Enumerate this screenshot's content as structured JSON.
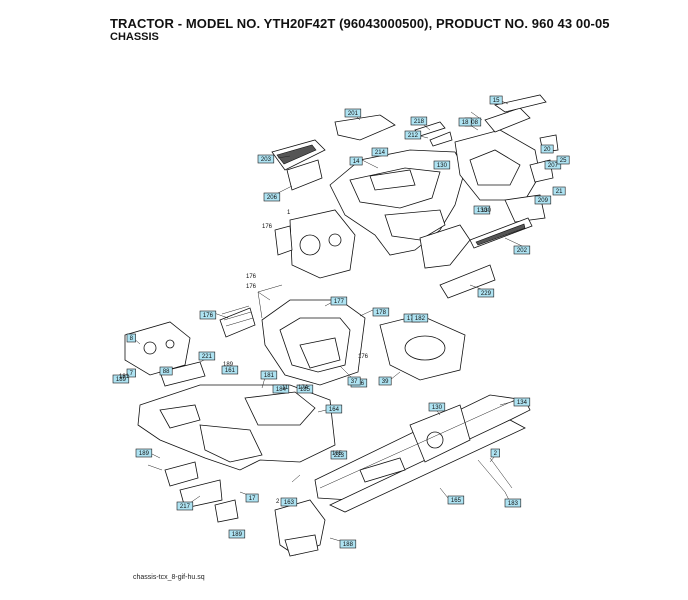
{
  "header": {
    "title": "TRACTOR - MODEL NO. YTH20F42T (96043000500), PRODUCT NO. 960 43 00-05",
    "subtitle": "CHASSIS"
  },
  "footer": {
    "filename": "chassis-tcx_8-gif-hu.sq"
  },
  "callouts": [
    "201",
    "218",
    "212",
    "208",
    "15",
    "18",
    "130",
    "20",
    "207",
    "25",
    "21",
    "209",
    "206",
    "203",
    "14",
    "214",
    "130",
    "202",
    "229",
    "176",
    "177",
    "178",
    "176",
    "7",
    "179",
    "8",
    "221",
    "161",
    "189",
    "181",
    "184",
    "185",
    "164",
    "37",
    "182",
    "39",
    "130",
    "134",
    "189",
    "223",
    "165",
    "163",
    "2",
    "217",
    "88",
    "188",
    "17",
    "183",
    "189"
  ],
  "plain_labels": [
    "176",
    "1",
    "176",
    "176",
    "130",
    "2",
    "176",
    "11",
    "181",
    "165",
    "189",
    "174"
  ]
}
